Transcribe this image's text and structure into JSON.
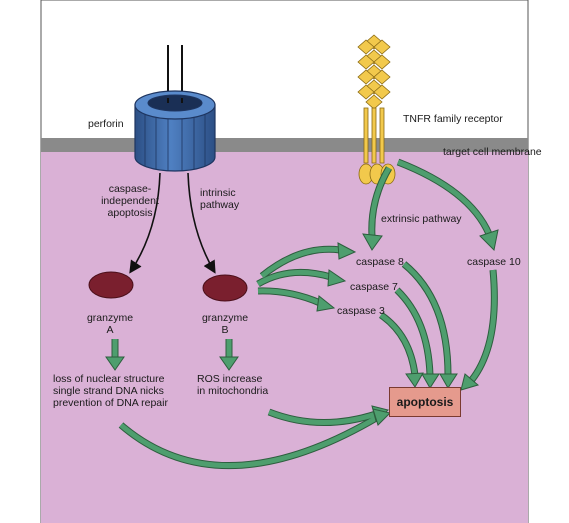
{
  "labels": {
    "perforin": "perforin",
    "tnfr": "TNFR family receptor",
    "membrane": "target cell membrane",
    "caspase_independent": [
      "caspase-",
      "independent",
      "apoptosis"
    ],
    "intrinsic": [
      "intrinsic",
      "pathway"
    ],
    "extrinsic": "extrinsic pathway",
    "caspase8": "caspase 8",
    "caspase7": "caspase 7",
    "caspase3": "caspase 3",
    "caspase10": "caspase 10",
    "granzyme_a": [
      "granzyme",
      "A"
    ],
    "granzyme_b": [
      "granzyme",
      "B"
    ],
    "effect_a": [
      "loss of nuclear structure",
      "single strand DNA nicks",
      "prevention of DNA repair"
    ],
    "effect_b": [
      "ROS increase",
      "in mitochondria"
    ],
    "apoptosis": "apoptosis"
  },
  "colors": {
    "cytoplasm": "#dab1d6",
    "membrane": "#8a8a8a",
    "perforin": "#3e6aa8",
    "receptor": "#f2c94c",
    "granzyme": "#7a1f2e",
    "green_arrow": "#4e9e6e",
    "apoptosis_box": "#e59a8d"
  }
}
